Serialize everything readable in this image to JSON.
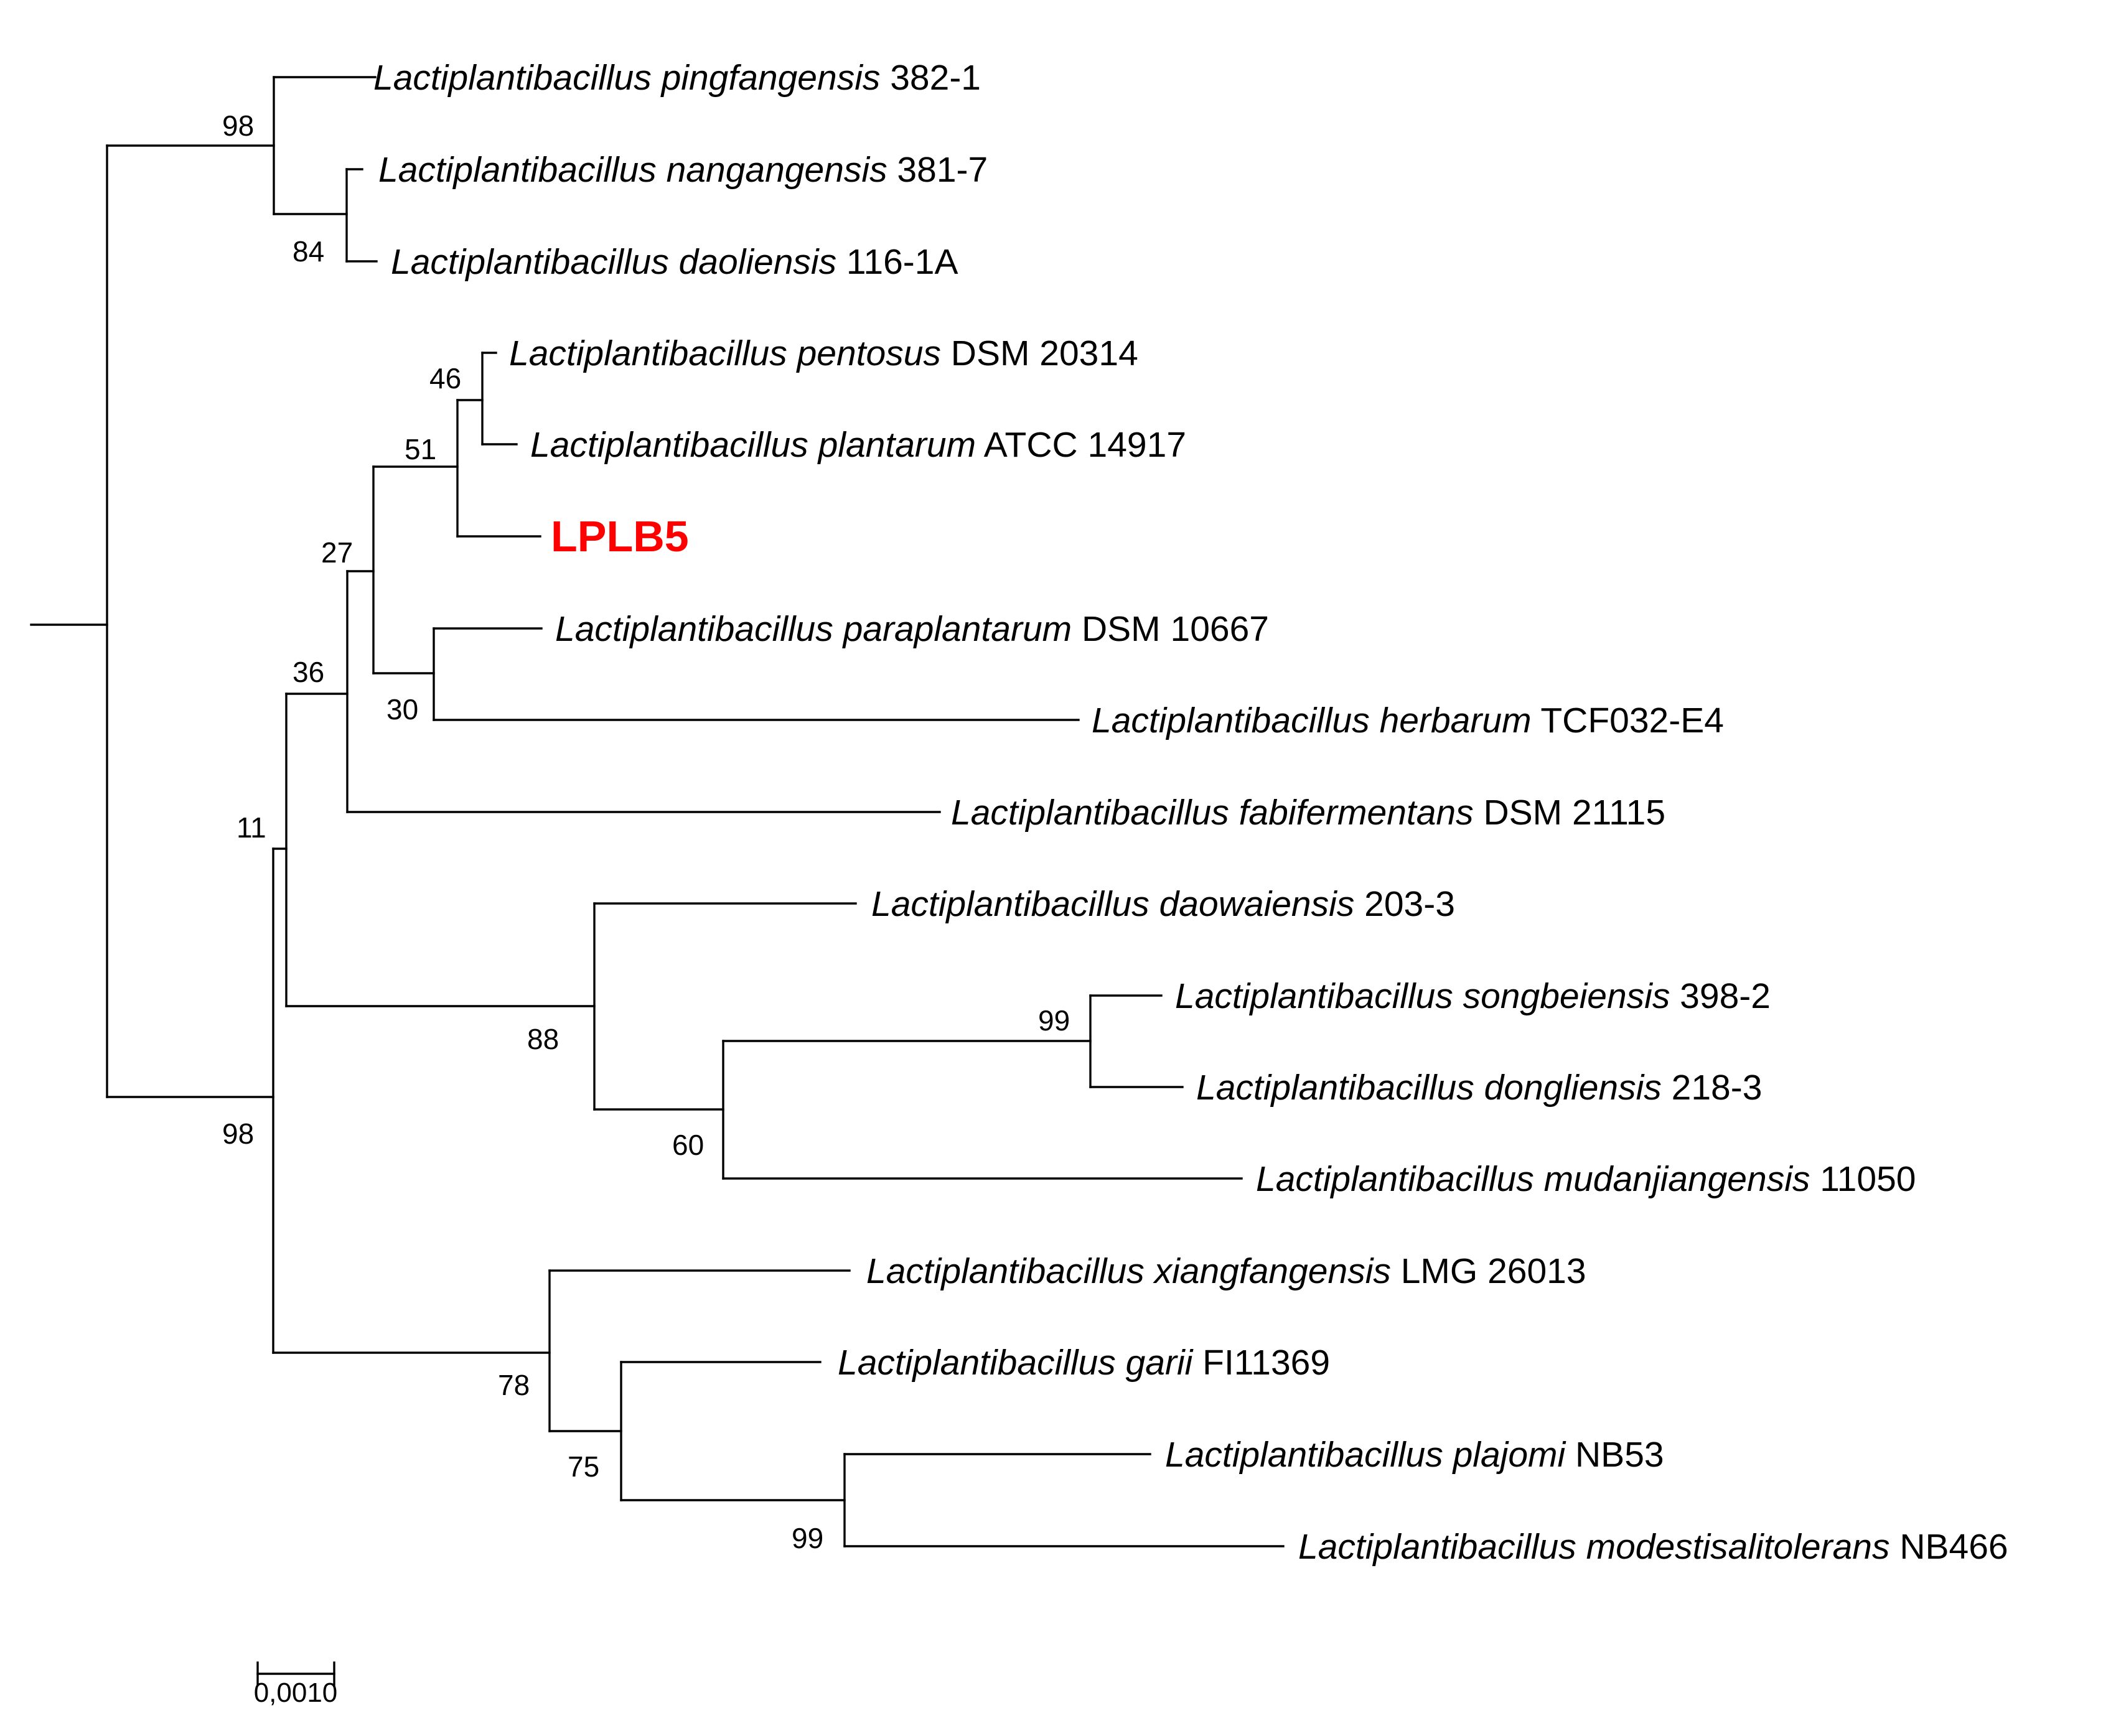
{
  "tree": {
    "highlight_color": "#ff0000",
    "scale_bar_label": "0,0010",
    "taxa": [
      {
        "id": "pingfangensis",
        "species": "Lactiplantibacillus pingfangensis",
        "strain": "382-1"
      },
      {
        "id": "nangangensis",
        "species": "Lactiplantibacillus nangangensis",
        "strain": "381-7"
      },
      {
        "id": "daoliensis",
        "species": "Lactiplantibacillus daoliensis",
        "strain": "116-1A"
      },
      {
        "id": "pentosus",
        "species": "Lactiplantibacillus pentosus",
        "strain": "DSM 20314"
      },
      {
        "id": "plantarum",
        "species": "Lactiplantibacillus plantarum",
        "strain": "ATCC  14917"
      },
      {
        "id": "lplb5",
        "species": "",
        "strain": "LPLB5",
        "highlight": true
      },
      {
        "id": "paraplantarum",
        "species": "Lactiplantibacillus paraplantarum",
        "strain": "DSM  10667"
      },
      {
        "id": "herbarum",
        "species": "Lactiplantibacillus herbarum",
        "strain": "TCF032-E4"
      },
      {
        "id": "fabifermentans",
        "species": "Lactiplantibacillus fabifermentans",
        "strain": "DSM 21115"
      },
      {
        "id": "daowaiensis",
        "species": "Lactiplantibacillus daowaiensis",
        "strain": "203-3"
      },
      {
        "id": "songbeiensis",
        "species": "Lactiplantibacillus songbeiensis",
        "strain": "398-2"
      },
      {
        "id": "dongliensis",
        "species": "Lactiplantibacillus dongliensis",
        "strain": "218-3"
      },
      {
        "id": "mudanjiangensis",
        "species": "Lactiplantibacillus mudanjiangensis",
        "strain": "11050"
      },
      {
        "id": "xiangfangensis",
        "species": "Lactiplantibacillus xiangfangensis",
        "strain": "LMG  26013"
      },
      {
        "id": "garii",
        "species": "Lactiplantibacillus garii",
        "strain": "FI11369"
      },
      {
        "id": "plajomi",
        "species": "Lactiplantibacillus plajomi",
        "strain": "NB53"
      },
      {
        "id": "modestisalitolerans",
        "species": "Lactiplantibacillus modestisalitolerans",
        "strain": "NB466"
      }
    ],
    "bootstrap": [
      {
        "id": "b98_top",
        "value": "98"
      },
      {
        "id": "b84",
        "value": "84"
      },
      {
        "id": "b46",
        "value": "46"
      },
      {
        "id": "b51",
        "value": "51"
      },
      {
        "id": "b27",
        "value": "27"
      },
      {
        "id": "b30",
        "value": "30"
      },
      {
        "id": "b36",
        "value": "36"
      },
      {
        "id": "b11",
        "value": "11"
      },
      {
        "id": "b88",
        "value": "88"
      },
      {
        "id": "b99_a",
        "value": "99"
      },
      {
        "id": "b60",
        "value": "60"
      },
      {
        "id": "b98_bottom",
        "value": "98"
      },
      {
        "id": "b78",
        "value": "78"
      },
      {
        "id": "b75",
        "value": "75"
      },
      {
        "id": "b99_b",
        "value": "99"
      }
    ]
  }
}
